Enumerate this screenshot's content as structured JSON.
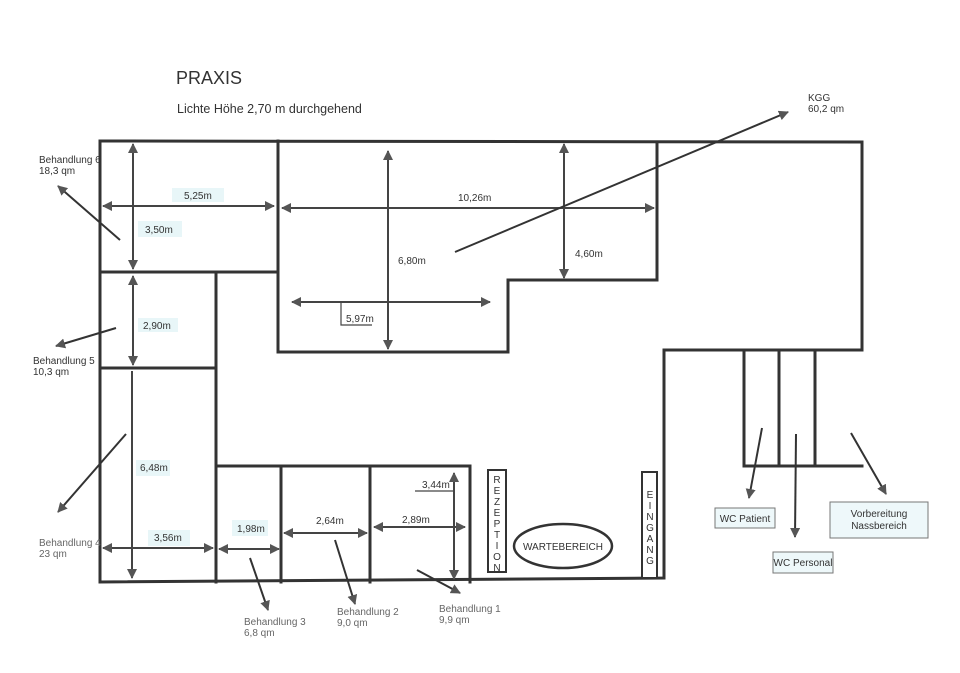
{
  "title": "PRAXIS",
  "subtitle": "Lichte Höhe 2,70 m durchgehend",
  "rooms": {
    "kgg": {
      "name": "KGG",
      "area": "60,2 qm"
    },
    "b6": {
      "name": "Behandlung 6",
      "area": "18,3 qm"
    },
    "b5": {
      "name": "Behandlung 5",
      "area": "10,3 qm"
    },
    "b4": {
      "name": "Behandlung 4",
      "area": "23 qm"
    },
    "b3": {
      "name": "Behandlung 3",
      "area": "6,8 qm"
    },
    "b2": {
      "name": "Behandlung 2",
      "area": "9,0 qm"
    },
    "b1": {
      "name": "Behandlung 1",
      "area": "9,9 qm"
    },
    "wc_patient": "WC Patient",
    "wc_personal": "WC Personal",
    "vorbereitung_1": "Vorbereitung",
    "vorbereitung_2": "Nassbereich",
    "wartebereich": "WARTEBEREICH",
    "rezeption": [
      "R",
      "E",
      "Z",
      "E",
      "P",
      "T",
      "I",
      "O",
      "N"
    ],
    "eingang": [
      "E",
      "I",
      "N",
      "G",
      "A",
      "N",
      "G"
    ]
  },
  "dimensions": {
    "d525": "5,25m",
    "d350": "3,50m",
    "d1026": "10,26m",
    "d680": "6,80m",
    "d460": "4,60m",
    "d597": "5,97m",
    "d290": "2,90m",
    "d648": "6,48m",
    "d356": "3,56m",
    "d198": "1,98m",
    "d264": "2,64m",
    "d289": "2,89m",
    "d344": "3,44m"
  }
}
